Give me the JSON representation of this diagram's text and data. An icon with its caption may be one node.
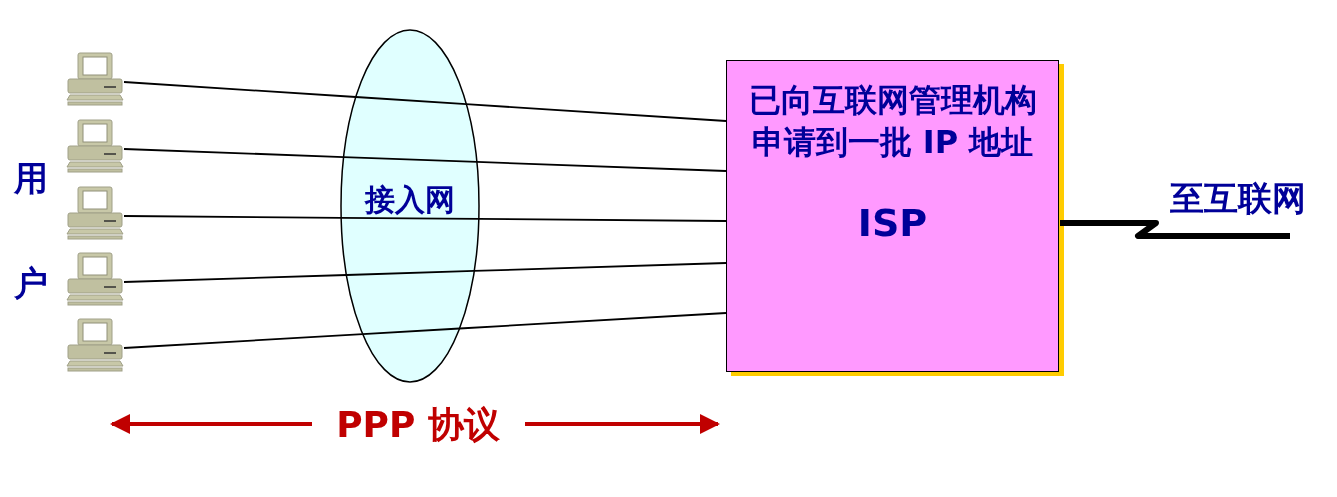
{
  "diagram": {
    "nodes": [
      {
        "text": [],
        "shape": "computer"
      },
      {
        "text": [],
        "shape": "computer"
      },
      {
        "text": [],
        "shape": "computer"
      },
      {
        "text": [],
        "shape": "computer"
      },
      {
        "text": [],
        "shape": "computer"
      },
      {
        "text": [
          "接入网"
        ]
      },
      {
        "text": [
          "已向互联网管理机构申请到一批 IP 地址",
          "ISP"
        ]
      },
      {
        "text": [
          "至互联网"
        ]
      }
    ],
    "edges": [
      {
        "from": 0,
        "to": 5,
        "arrow": "none"
      },
      {
        "from": 1,
        "to": 5,
        "arrow": "none"
      },
      {
        "from": 2,
        "to": 5,
        "arrow": "none"
      },
      {
        "from": 3,
        "to": 5,
        "arrow": "none"
      },
      {
        "from": 4,
        "to": 5,
        "arrow": "none"
      },
      {
        "from": 5,
        "to": 6,
        "arrow": "none"
      },
      {
        "from": 5,
        "to": 6,
        "arrow": "none"
      },
      {
        "from": 5,
        "to": 6,
        "arrow": "none"
      },
      {
        "from": 5,
        "to": 6,
        "arrow": "none"
      },
      {
        "from": 5,
        "to": 6,
        "arrow": "none"
      },
      {
        "from": 6,
        "to": 7,
        "arrow": "none",
        "style": "thick"
      }
    ],
    "labels": [
      "用户",
      "PPP 协议"
    ]
  }
}
